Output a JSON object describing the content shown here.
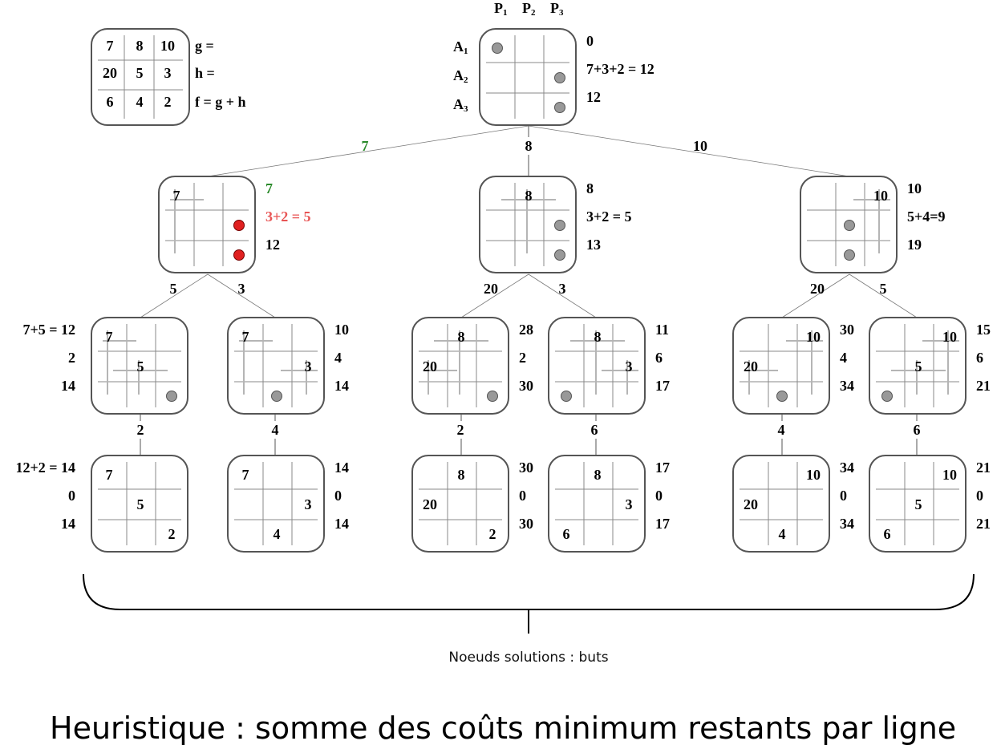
{
  "headers": {
    "columns": [
      "P",
      "P",
      "P"
    ],
    "column_subscripts": [
      "1",
      "2",
      "3"
    ],
    "rows": [
      "A",
      "A",
      "A"
    ],
    "row_subscripts": [
      "1",
      "2",
      "3"
    ]
  },
  "legend": {
    "grid": [
      [
        "7",
        "8",
        "10"
      ],
      [
        "20",
        "5",
        "3"
      ],
      [
        "6",
        "4",
        "2"
      ]
    ],
    "labels": [
      "g =",
      "h =",
      "f = g + h"
    ]
  },
  "nodes": {
    "root": {
      "g": "0",
      "h": "7+3+2 = 12",
      "f": "12",
      "cells": [],
      "dots": [
        "00",
        "12",
        "22"
      ]
    },
    "n1": {
      "g": "7",
      "h": "3+2 = 5",
      "f": "12",
      "cells": [
        [
          "00",
          "7"
        ]
      ],
      "dots": [
        "12",
        "22"
      ],
      "highlight": true
    },
    "n2": {
      "g": "8",
      "h": "3+2 = 5",
      "f": "13",
      "cells": [
        [
          "01",
          "8"
        ]
      ],
      "dots": [
        "12",
        "22"
      ]
    },
    "n3": {
      "g": "10",
      "h": "5+4=9",
      "f": "19",
      "cells": [
        [
          "02",
          "10"
        ]
      ],
      "dots": [
        "11",
        "21"
      ]
    },
    "n11": {
      "g": "7+5 = 12",
      "h": "2",
      "f": "14",
      "cells": [
        [
          "00",
          "7"
        ],
        [
          "11",
          "5"
        ]
      ],
      "dots": [
        "22"
      ]
    },
    "n12": {
      "g": "10",
      "h": "4",
      "f": "14",
      "cells": [
        [
          "00",
          "7"
        ],
        [
          "12",
          "3"
        ]
      ],
      "dots": [
        "21"
      ]
    },
    "n21": {
      "g": "28",
      "h": "2",
      "f": "30",
      "cells": [
        [
          "01",
          "8"
        ],
        [
          "10",
          "20"
        ]
      ],
      "dots": [
        "22"
      ]
    },
    "n22": {
      "g": "11",
      "h": "6",
      "f": "17",
      "cells": [
        [
          "01",
          "8"
        ],
        [
          "12",
          "3"
        ]
      ],
      "dots": [
        "20"
      ]
    },
    "n31": {
      "g": "30",
      "h": "4",
      "f": "34",
      "cells": [
        [
          "02",
          "10"
        ],
        [
          "10",
          "20"
        ]
      ],
      "dots": [
        "21"
      ]
    },
    "n32": {
      "g": "15",
      "h": "6",
      "f": "21",
      "cells": [
        [
          "02",
          "10"
        ],
        [
          "11",
          "5"
        ]
      ],
      "dots": [
        "20"
      ]
    },
    "n111": {
      "g": "12+2 = 14",
      "h": "0",
      "f": "14",
      "cells": [
        [
          "00",
          "7"
        ],
        [
          "11",
          "5"
        ],
        [
          "22",
          "2"
        ]
      ],
      "dots": []
    },
    "n121": {
      "g": "14",
      "h": "0",
      "f": "14",
      "cells": [
        [
          "00",
          "7"
        ],
        [
          "12",
          "3"
        ],
        [
          "21",
          "4"
        ]
      ],
      "dots": []
    },
    "n211": {
      "g": "30",
      "h": "0",
      "f": "30",
      "cells": [
        [
          "01",
          "8"
        ],
        [
          "10",
          "20"
        ],
        [
          "22",
          "2"
        ]
      ],
      "dots": []
    },
    "n221": {
      "g": "17",
      "h": "0",
      "f": "17",
      "cells": [
        [
          "01",
          "8"
        ],
        [
          "12",
          "3"
        ],
        [
          "20",
          "6"
        ]
      ],
      "dots": []
    },
    "n311": {
      "g": "34",
      "h": "0",
      "f": "34",
      "cells": [
        [
          "02",
          "10"
        ],
        [
          "10",
          "20"
        ],
        [
          "21",
          "4"
        ]
      ],
      "dots": []
    },
    "n321": {
      "g": "21",
      "h": "0",
      "f": "21",
      "cells": [
        [
          "02",
          "10"
        ],
        [
          "11",
          "5"
        ],
        [
          "20",
          "6"
        ]
      ],
      "dots": []
    }
  },
  "edges": {
    "root_n1": "7",
    "root_n2": "8",
    "root_n3": "10",
    "n1_n11": "5",
    "n1_n12": "3",
    "n2_n21": "20",
    "n2_n22": "3",
    "n3_n31": "20",
    "n3_n32": "5",
    "n11_n111": "2",
    "n12_n121": "4",
    "n21_n211": "2",
    "n22_n221": "6",
    "n31_n311": "4",
    "n32_n321": "6"
  },
  "caption": "Noeuds solutions : buts",
  "title": "Heuristique : somme des coûts minimum restants par ligne"
}
